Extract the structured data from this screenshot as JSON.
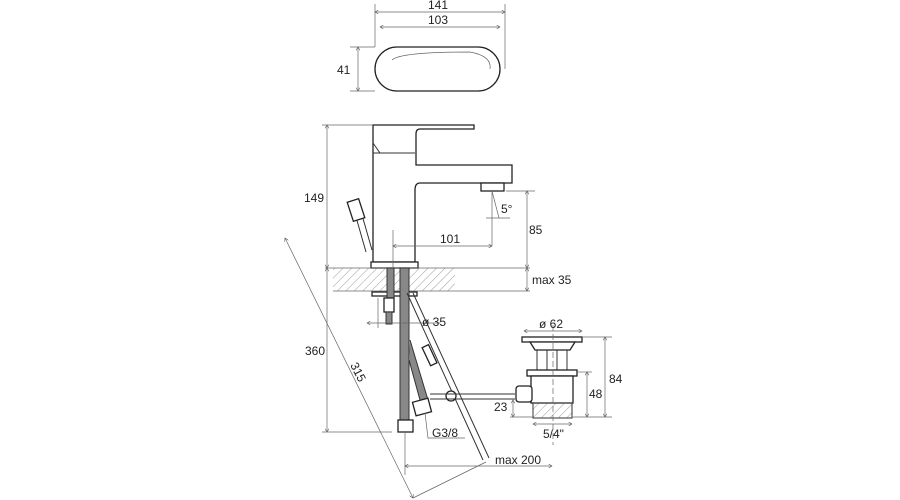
{
  "drawing": {
    "top_view": {
      "overall_width": "141",
      "inner_width": "103",
      "depth": "41"
    },
    "side_view": {
      "height_total": "149",
      "angle": "5°",
      "spout_height": "85",
      "spout_reach": "101",
      "counter_thickness": "max 35",
      "hole_diameter": "ø 35",
      "hose_length": "360",
      "rod_length": "315",
      "connection": "G3/8",
      "rod_max": "max 200"
    },
    "drain": {
      "diameter": "ø 62",
      "height_total": "84",
      "body_height": "48",
      "link_height": "23",
      "thread": "5/4\""
    }
  }
}
